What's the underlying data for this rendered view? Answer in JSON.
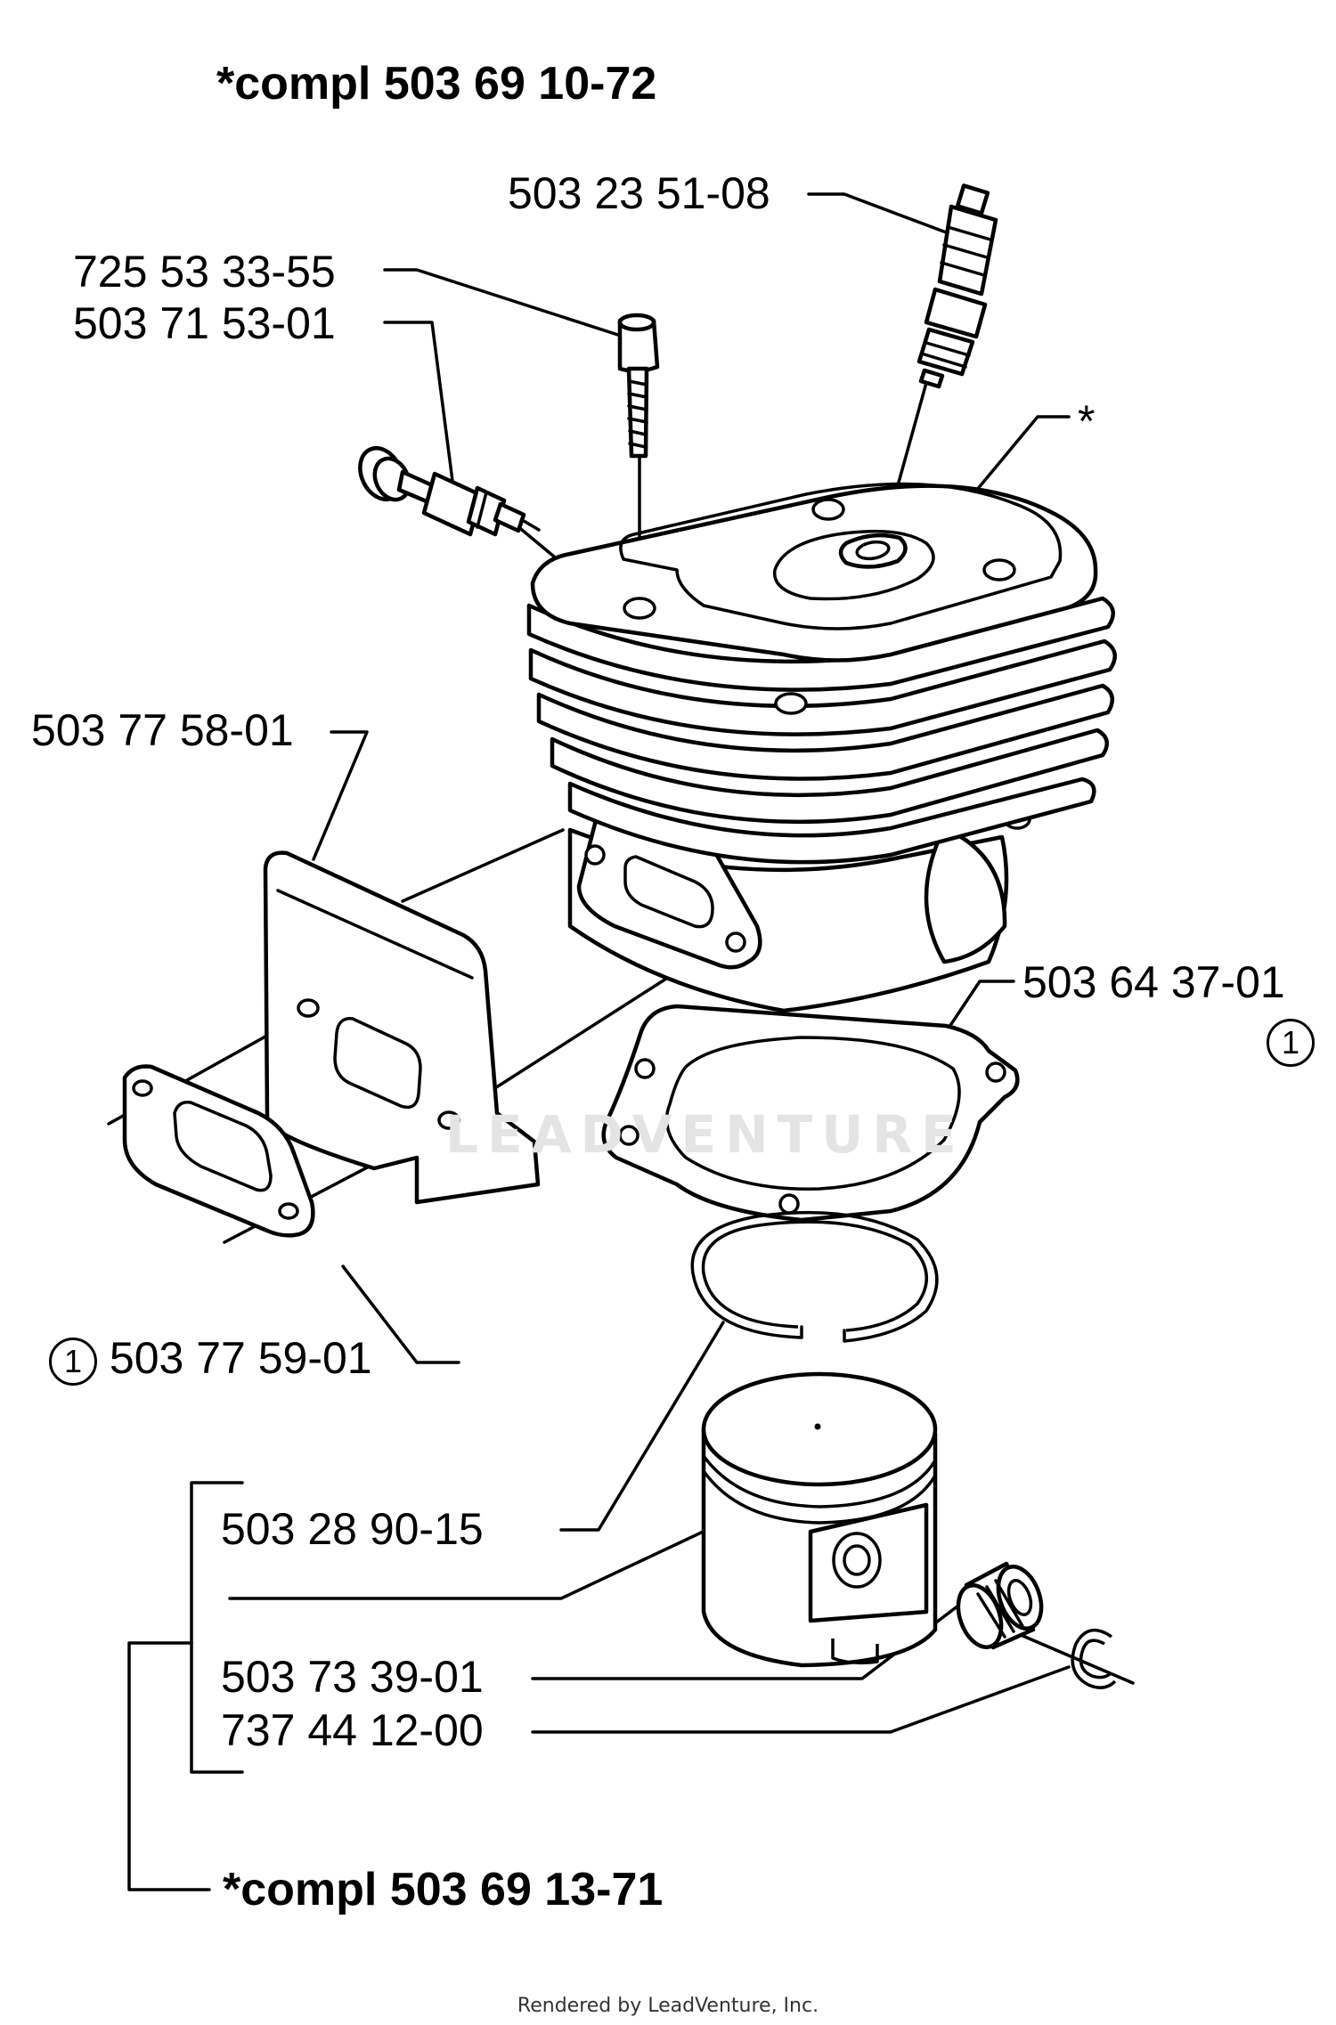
{
  "header": {
    "assembly_top": "*compl 503 69 10-72"
  },
  "parts": {
    "spark_plug": "503 23 51-08",
    "screw": "725 53 33-55",
    "decompression_valve": "503 71 53-01",
    "cylinder_marker": "*",
    "heat_shield": "503 77 58-01",
    "cylinder_gasket": "503 64 37-01",
    "cylinder_gasket_note": "1",
    "muffler_gasket_note": "1",
    "muffler_gasket": "503 77 59-01",
    "piston_ring": "503 28 90-15",
    "needle_bearing": "503 73 39-01",
    "circlip": "737 44 12-00"
  },
  "footer": {
    "assembly_bottom": "*compl 503 69 13-71",
    "credit": "Rendered by LeadVenture, Inc."
  },
  "watermark": "LEADVENTURE"
}
